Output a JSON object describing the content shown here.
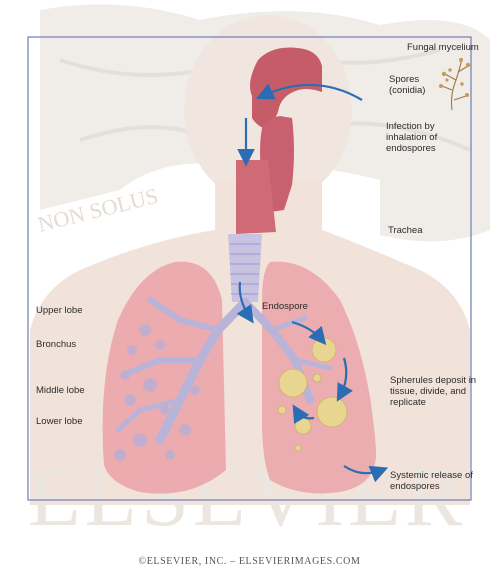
{
  "labels": {
    "fungal_mycelium": "Fungal mycelium",
    "spores": "Spores\n(conidia)",
    "infection": "Infection by\ninhalation of\nendospores",
    "trachea": "Trachea",
    "upper_lobe": "Upper lobe",
    "endospore": "Endospore",
    "bronchus": "Bronchus",
    "middle_lobe": "Middle lobe",
    "spherules": "Spherules deposit in\ntissue, divide, and\nreplicate",
    "lower_lobe": "Lower lobe",
    "systemic": "Systemic release of\nendospores"
  },
  "watermark": {
    "motto": "NON SOLUS",
    "publisher": "ELSEVIER"
  },
  "copyright": "©ELSEVIER, INC. – ELSEVIERIMAGES.COM",
  "colors": {
    "frame": "#6f7db8",
    "arrow": "#2a6db5",
    "airway": "#c65c68",
    "lung": "#eaa3a8",
    "bronchi": "#b8b3d8",
    "spherule": "#e8d590",
    "watermark": "#e9e4dd"
  }
}
